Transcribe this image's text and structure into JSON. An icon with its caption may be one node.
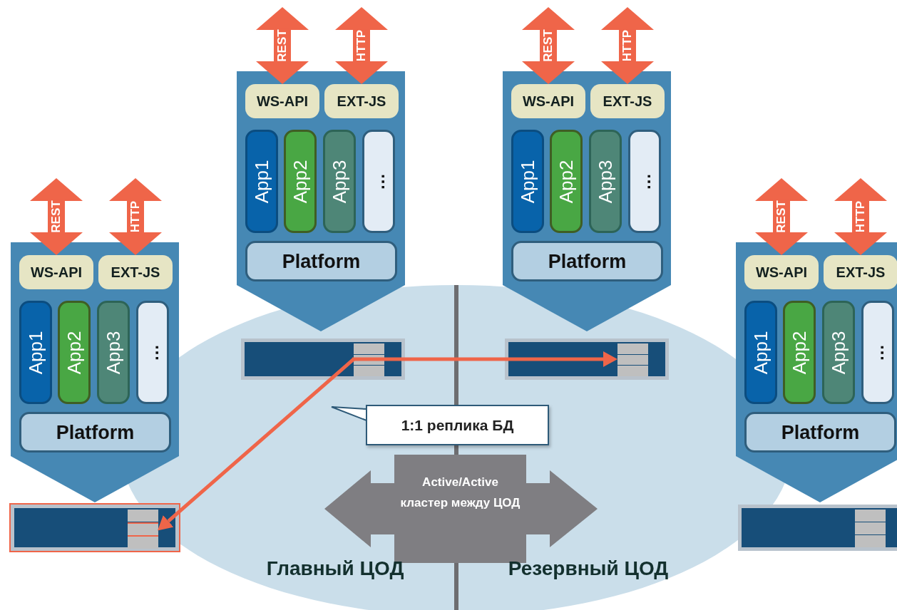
{
  "diagram": {
    "nodes": [
      {
        "text": [],
        "shape": "box"
      },
      {
        "text": [
          "WS-API"
        ],
        "in": 0
      },
      {
        "text": [
          "EXT-JS"
        ],
        "in": 0
      },
      {
        "text": [
          "App1"
        ],
        "in": 0
      },
      {
        "text": [
          "App2"
        ],
        "in": 0
      },
      {
        "text": [
          "App3"
        ],
        "in": 0
      },
      {
        "text": [
          "…"
        ],
        "in": 0
      },
      {
        "text": [
          "Platform"
        ],
        "in": 0
      },
      {
        "text": [],
        "shape": "box"
      },
      {
        "text": [
          "WS-API"
        ],
        "in": 8
      },
      {
        "text": [
          "EXT-JS"
        ],
        "in": 8
      },
      {
        "text": [
          "App1"
        ],
        "in": 8
      },
      {
        "text": [
          "App2"
        ],
        "in": 8
      },
      {
        "text": [
          "App3"
        ],
        "in": 8
      },
      {
        "text": [
          "…"
        ],
        "in": 8
      },
      {
        "text": [
          "Platform"
        ],
        "in": 8
      },
      {
        "text": [],
        "shape": "box"
      },
      {
        "text": [
          "WS-API"
        ],
        "in": 16
      },
      {
        "text": [
          "EXT-JS"
        ],
        "in": 16
      },
      {
        "text": [
          "App1"
        ],
        "in": 16
      },
      {
        "text": [
          "App2"
        ],
        "in": 16
      },
      {
        "text": [
          "App3"
        ],
        "in": 16
      },
      {
        "text": [
          "…"
        ],
        "in": 16
      },
      {
        "text": [
          "Platform"
        ],
        "in": 16
      },
      {
        "text": [],
        "shape": "box"
      },
      {
        "text": [
          "WS-API"
        ],
        "in": 24
      },
      {
        "text": [
          "EXT-JS"
        ],
        "in": 24
      },
      {
        "text": [
          "App1"
        ],
        "in": 24
      },
      {
        "text": [
          "App2"
        ],
        "in": 24
      },
      {
        "text": [
          "App3"
        ],
        "in": 24
      },
      {
        "text": [
          "…"
        ],
        "in": 24
      },
      {
        "text": [
          "Platform"
        ],
        "in": 24
      },
      {
        "text": [],
        "shape": "bar"
      },
      {
        "text": [],
        "shape": "bar"
      },
      {
        "text": [],
        "shape": "bar"
      },
      {
        "text": [],
        "shape": "bar"
      },
      {
        "text": [
          "Active/Active кластер между ЦОД"
        ]
      },
      {
        "text": [
          "1:1 реплика БД"
        ]
      }
    ],
    "edges": [
      {
        "from": null,
        "to": 1,
        "arrow": "both",
        "label": "REST"
      },
      {
        "from": null,
        "to": 2,
        "arrow": "both",
        "label": "HTTP"
      },
      {
        "from": null,
        "to": 9,
        "arrow": "both",
        "label": "REST"
      },
      {
        "from": null,
        "to": 10,
        "arrow": "both",
        "label": "HTTP"
      },
      {
        "from": null,
        "to": 17,
        "arrow": "both",
        "label": "REST"
      },
      {
        "from": null,
        "to": 18,
        "arrow": "both",
        "label": "HTTP"
      },
      {
        "from": null,
        "to": 25,
        "arrow": "both",
        "label": "REST"
      },
      {
        "from": null,
        "to": 26,
        "arrow": "both",
        "label": "HTTP"
      },
      {
        "from": 33,
        "to": 34,
        "arrow": "to"
      },
      {
        "from": 33,
        "to": 32,
        "arrow": "to"
      }
    ],
    "labels": [
      "Главный ЦОД",
      "Резервный ЦОД"
    ]
  }
}
